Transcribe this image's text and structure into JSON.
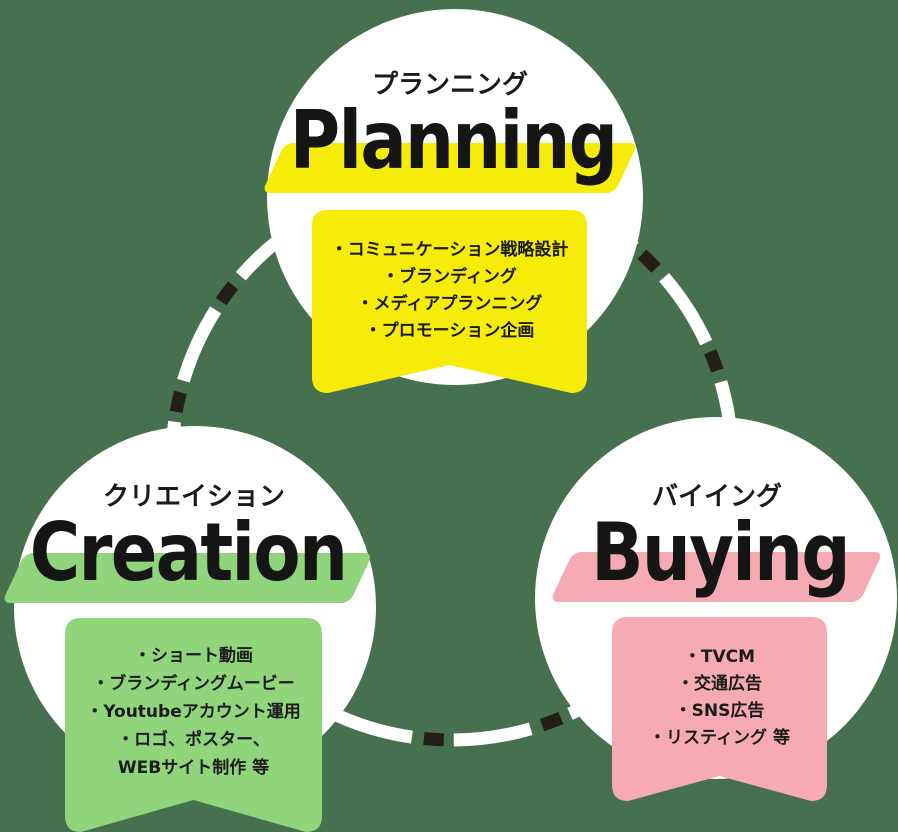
{
  "colors": {
    "background": "#47704E",
    "circle_white": "#FFFFFF",
    "accent_yellow": "#F6EC0A",
    "accent_green": "#90D47B",
    "accent_pink": "#F6AAB3",
    "dash_white": "#FFFFFF",
    "dash_black": "#221F18",
    "text_black": "#1B1B1B"
  },
  "sections": {
    "planning": {
      "kana": "プランニング",
      "title": "Planning",
      "items": [
        "・コミュニケーション戦略設計",
        "・ブランディング",
        "・メディアプランニング",
        "・プロモーション企画"
      ]
    },
    "creation": {
      "kana": "クリエイション",
      "title": "Creation",
      "items": [
        "・ショート動画",
        "・ブランディングムービー",
        "・Youtubeアカウント運用",
        "・ロゴ、ポスター、",
        "WEBサイト制作 等"
      ]
    },
    "buying": {
      "kana": "バイイング",
      "title": "Buying",
      "items": [
        "・TVCM",
        "・交通広告",
        "・SNS広告",
        "・リスティング 等"
      ]
    }
  }
}
